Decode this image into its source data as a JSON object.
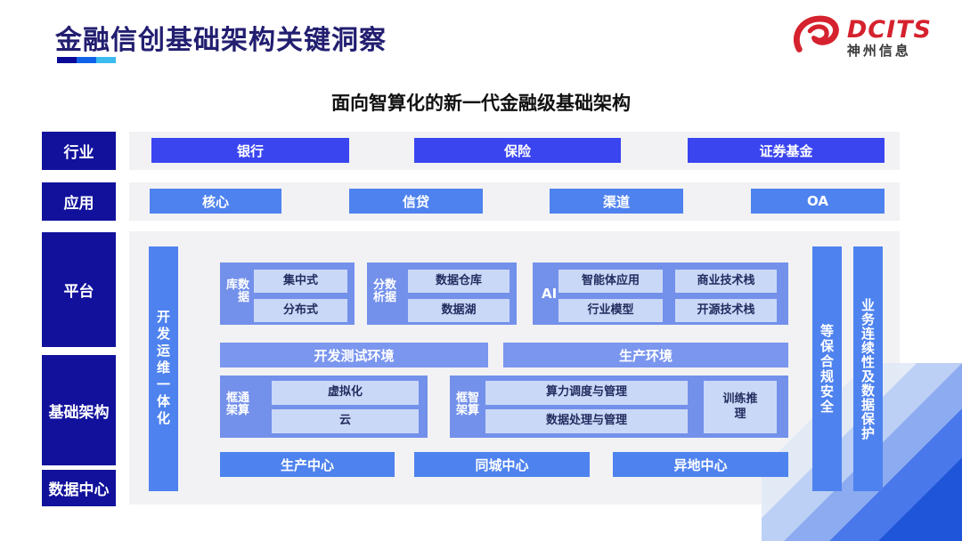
{
  "page": {
    "title": "金融信创基础架构关键洞察",
    "subtitle": "面向智算化的新一代金融级基础架构"
  },
  "logo": {
    "brand": "DCITS",
    "company": "神州信息",
    "mark": "red-swirl-icon"
  },
  "colors": {
    "navy_label": "#11119c",
    "industry_button": "#3a45f0",
    "mid_blue_button": "#4e82ee",
    "group_container": "#7390ea",
    "env_bar": "#7b96ee",
    "inner_box": "#cad8f8",
    "band_gray": "#f2f2f4",
    "brand_red": "#d5222e",
    "title_navy": "#221e70",
    "underline": [
      "#0a0a96",
      "#0f62e8",
      "#3cbbee"
    ]
  },
  "layers": {
    "industry": {
      "label": "行业",
      "items": [
        "银行",
        "保险",
        "证券基金"
      ]
    },
    "application": {
      "label": "应用",
      "items": [
        "核心",
        "信贷",
        "渠道",
        "OA"
      ]
    },
    "platform": {
      "label": "平台"
    },
    "infrastructure": {
      "label": "基础架构"
    },
    "datacenter": {
      "label": "数据中心"
    }
  },
  "platform_area": {
    "devops_bar": "开发运维一体化",
    "groups": [
      {
        "label": "数据库",
        "items": [
          "集中式",
          "分布式"
        ]
      },
      {
        "label": "数据分析",
        "items": [
          "数据仓库",
          "数据湖"
        ]
      },
      {
        "label": "AI",
        "items": [
          "智能体应用",
          "商业技术栈",
          "行业模型",
          "开源技术栈"
        ]
      }
    ],
    "env_bars": [
      "开发测试环境",
      "生产环境"
    ],
    "compute_groups": [
      {
        "label": "通算框架",
        "items": [
          "虚拟化",
          "云"
        ]
      },
      {
        "label": "智算框架",
        "items": [
          "算力调度与管理",
          "数据处理与管理"
        ],
        "side_item": "训练推理"
      }
    ],
    "centers": [
      "生产中心",
      "同城中心",
      "异地中心"
    ],
    "right_bars": [
      "等保合规安全",
      "业务连续性及数据保护"
    ]
  }
}
